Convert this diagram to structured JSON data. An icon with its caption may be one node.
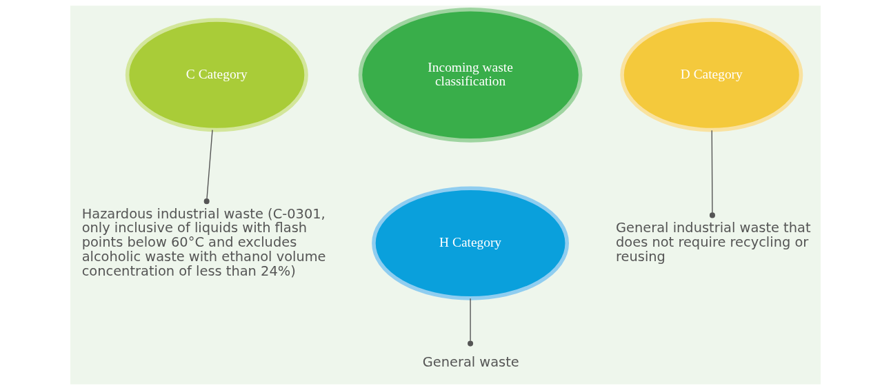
{
  "diagram": {
    "nodes": [
      {
        "text": [
          "C Category"
        ]
      },
      {
        "text": [
          "Incoming waste classification"
        ]
      },
      {
        "text": [
          "D Category"
        ]
      },
      {
        "text": [
          "H Category"
        ]
      },
      {
        "text": [
          "Hazardous industrial waste (C-0301, only inclusive of liquids with flash points below 60°C and excludes alcoholic waste with ethanol volume concentration of less than 24%)"
        ]
      },
      {
        "text": [
          "General waste"
        ]
      },
      {
        "text": [
          "General industrial waste that does not require recycling or reusing"
        ]
      }
    ],
    "edges": [
      {
        "from": 0,
        "to": 4,
        "arrow": "other"
      },
      {
        "from": 3,
        "to": 5,
        "arrow": "other"
      },
      {
        "from": 2,
        "to": 6,
        "arrow": "other"
      }
    ]
  }
}
